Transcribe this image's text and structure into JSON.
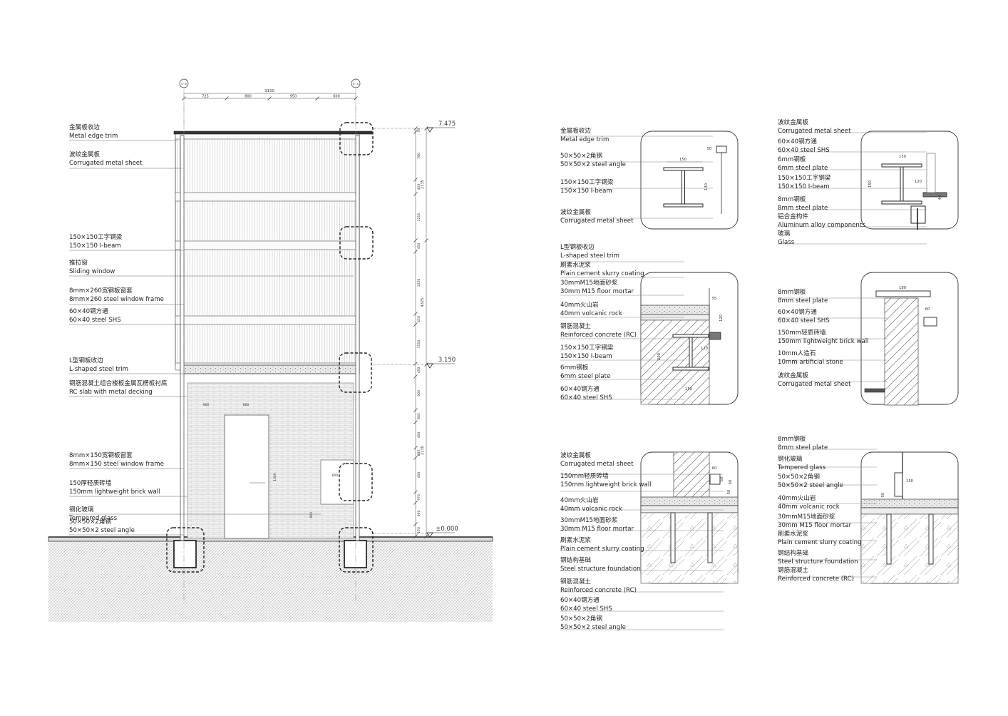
{
  "section": {
    "axis_tags": [
      "8~8",
      "8~8"
    ],
    "total_dim": "3150",
    "top_dims": [
      "725",
      "800",
      "950",
      "600"
    ],
    "levels": {
      "top": "7.475",
      "mid": "3.150",
      "ground": "±0.000"
    },
    "right_dims_outer": [
      "2135",
      "4325",
      "2130"
    ],
    "right_dims_inner": [
      "50",
      "780",
      "450",
      "1215",
      "450",
      "1250",
      "450",
      "1510",
      "450",
      "900",
      "865",
      "450",
      "885",
      "450",
      "970",
      "600",
      "150"
    ],
    "door_dims": [
      "900",
      "800",
      "1300",
      "800",
      "600"
    ],
    "labels": [
      {
        "zh": "金属板收边",
        "en": "Metal edge trim"
      },
      {
        "zh": "波纹金属板",
        "en": "Corrugated metal sheet"
      },
      {
        "zh": "150×150工字钢梁",
        "en": "150×150 I-beam"
      },
      {
        "zh": "推拉窗",
        "en": "Sliding window"
      },
      {
        "zh": "8mm×260宽钢板窗套",
        "en": "8mm×260 steel window frame"
      },
      {
        "zh": "60×40钢方通",
        "en": "60×40 steel SHS"
      },
      {
        "zh": "L型钢板收边",
        "en": "L-shaped steel trim"
      },
      {
        "zh": "钢筋混凝土组合楼板金属瓦楞板衬底",
        "en": "RC slab with metal decking"
      },
      {
        "zh": "8mm×150宽钢板窗套",
        "en": "8mm×150 steel window frame"
      },
      {
        "zh": "150厚轻质砖墙",
        "en": "150mm lightweight brick wall"
      },
      {
        "zh": "钢化玻璃",
        "en": "Tempered glass"
      },
      {
        "zh": "50×50×2角钢",
        "en": "50×50×2 steel angle"
      }
    ]
  },
  "details": [
    {
      "dims": [
        "50",
        "150",
        "130"
      ],
      "labels": [
        {
          "zh": "金属板收边",
          "en": "Metal edge trim"
        },
        {
          "zh": "50×50×2角钢",
          "en": "50×50×2 steel angle"
        },
        {
          "zh": "150×150工字钢梁",
          "en": "150×150 I-beam"
        },
        {
          "zh": "波纹金属板",
          "en": "Corrugated metal sheet"
        }
      ]
    },
    {
      "dims": [
        "150",
        "150",
        "120",
        "40"
      ],
      "labels": [
        {
          "zh": "波纹金属板",
          "en": "Corrugated metal sheet"
        },
        {
          "zh": "60×40钢方通",
          "en": "60×40 steel SHS"
        },
        {
          "zh": "6mm钢板",
          "en": "6mm steel plate"
        },
        {
          "zh": "150×150工字钢梁",
          "en": "150×150 I-beam"
        },
        {
          "zh": "8mm钢板",
          "en": "8mm steel plate"
        },
        {
          "zh": "铝合金构件",
          "en": "Aluminum alloy components"
        },
        {
          "zh": "玻璃",
          "en": "Glass"
        }
      ]
    },
    {
      "dims": [
        "55",
        "120",
        "200",
        "120",
        "150"
      ],
      "labels": [
        {
          "zh": "L型钢板收边",
          "en": "L-shaped steel trim"
        },
        {
          "zh": "刷素水泥浆",
          "en": "Plain cement slurry coating"
        },
        {
          "zh": "30mmM15地面砂浆",
          "en": "30mm M15 floor mortar"
        },
        {
          "zh": "40mm火山岩",
          "en": "40mm volcanic rock"
        },
        {
          "zh": "钢筋混凝土",
          "en": "Reinforced concrete (RC)"
        },
        {
          "zh": "150×150工字钢梁",
          "en": "150×150 I-beam"
        },
        {
          "zh": "6mm钢板",
          "en": "6mm steel plate"
        },
        {
          "zh": "60×40钢方通",
          "en": "60×40 steel SHS"
        }
      ]
    },
    {
      "dims": [
        "180",
        "60"
      ],
      "labels": [
        {
          "zh": "8mm钢板",
          "en": "8mm steel plate"
        },
        {
          "zh": "60×40钢方通",
          "en": "60×40 steel SHS"
        },
        {
          "zh": "150mm轻质砖墙",
          "en": "150mm lightweight brick wall"
        },
        {
          "zh": "10mm人造石",
          "en": "10mm artificial stone"
        },
        {
          "zh": "波纹金属板",
          "en": "Corrugated metal sheet"
        }
      ]
    },
    {
      "dims": [
        "60",
        "60",
        "60",
        "50"
      ],
      "labels": [
        {
          "zh": "波纹金属板",
          "en": "Corrugated metal sheet"
        },
        {
          "zh": "150mm轻质砖墙",
          "en": "150mm lightweight brick wall"
        },
        {
          "zh": "40mm火山岩",
          "en": "40mm volcanic rock"
        },
        {
          "zh": "30mmM15地面砂浆",
          "en": "30mm M15 floor mortar"
        },
        {
          "zh": "刷素水泥浆",
          "en": "Plain cement slurry coating"
        },
        {
          "zh": "钢结构基础",
          "en": "Steel structure foundation"
        },
        {
          "zh": "钢筋混凝土",
          "en": "Reinforced concrete (RC)"
        },
        {
          "zh": "60×40钢方通",
          "en": "60×40 steel SHS"
        },
        {
          "zh": "50×50×2角钢",
          "en": "50×50×2 steel angle"
        }
      ]
    },
    {
      "dims": [
        "150",
        "50"
      ],
      "labels": [
        {
          "zh": "8mm钢板",
          "en": "8mm steel plate"
        },
        {
          "zh": "钢化玻璃",
          "en": "Tempered glass"
        },
        {
          "zh": "50×50×2角钢",
          "en": "50×50×2 steel angle"
        },
        {
          "zh": "40mm火山岩",
          "en": "40mm volcanic rock"
        },
        {
          "zh": "30mmM15地面砂浆",
          "en": "30mm M15 floor mortar"
        },
        {
          "zh": "刷素水泥浆",
          "en": "Plain cement slurry coating"
        },
        {
          "zh": "钢结构基础",
          "en": "Steel structure foundation"
        },
        {
          "zh": "钢筋混凝土",
          "en": "Reinforced concrete (RC)"
        }
      ]
    }
  ]
}
